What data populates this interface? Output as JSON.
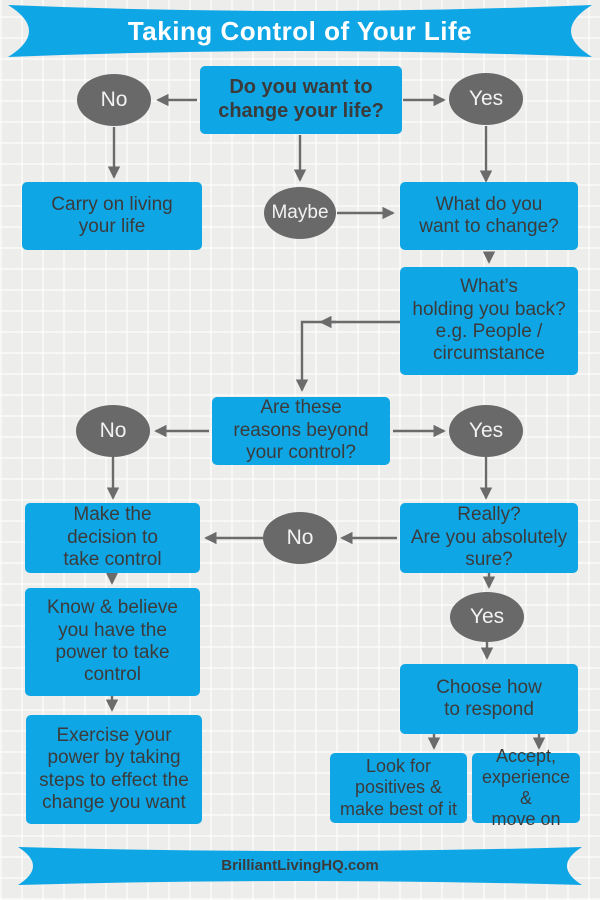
{
  "colors": {
    "box_blue": "#0fa6e6",
    "ellipse_gray": "#696969",
    "arrow_gray": "#6b6b6b",
    "box_text": "#3b3b3b",
    "banner_title_text": "#ffffff",
    "footer_text": "#3b3b3b",
    "background": "#ededec"
  },
  "banner": {
    "title": "Taking Control of Your Life"
  },
  "footer": {
    "site": "BrilliantLivingHQ.com"
  },
  "flowchart": {
    "nodes": {
      "q_change": {
        "label": "Do you want to\nchange your life?"
      },
      "no1": {
        "label": "No"
      },
      "yes1": {
        "label": "Yes"
      },
      "carry_on": {
        "label": "Carry on living\nyour life"
      },
      "maybe": {
        "label": "Maybe"
      },
      "what_change": {
        "label": "What do you\nwant to change?"
      },
      "holding_back": {
        "label": "What’s\nholding you back?\ne.g. People /\ncircumstance"
      },
      "reasons_beyond": {
        "label": "Are these\nreasons beyond\nyour control?"
      },
      "no2": {
        "label": "No"
      },
      "yes2": {
        "label": "Yes"
      },
      "make_decision": {
        "label": "Make the\ndecision to\ntake control"
      },
      "no3": {
        "label": "No"
      },
      "really_sure": {
        "label": "Really?\nAre you absolutely\nsure?"
      },
      "know_believe": {
        "label": "Know & believe\nyou have the\npower to take\ncontrol"
      },
      "yes3": {
        "label": "Yes"
      },
      "choose_respond": {
        "label": "Choose how\nto respond"
      },
      "exercise_power": {
        "label": "Exercise your\npower by taking\nsteps to effect the\nchange you want"
      },
      "look_positives": {
        "label": "Look for\npositives &\nmake best of it"
      },
      "accept_move": {
        "label": "Accept,\nexperience &\nmove on"
      }
    }
  }
}
